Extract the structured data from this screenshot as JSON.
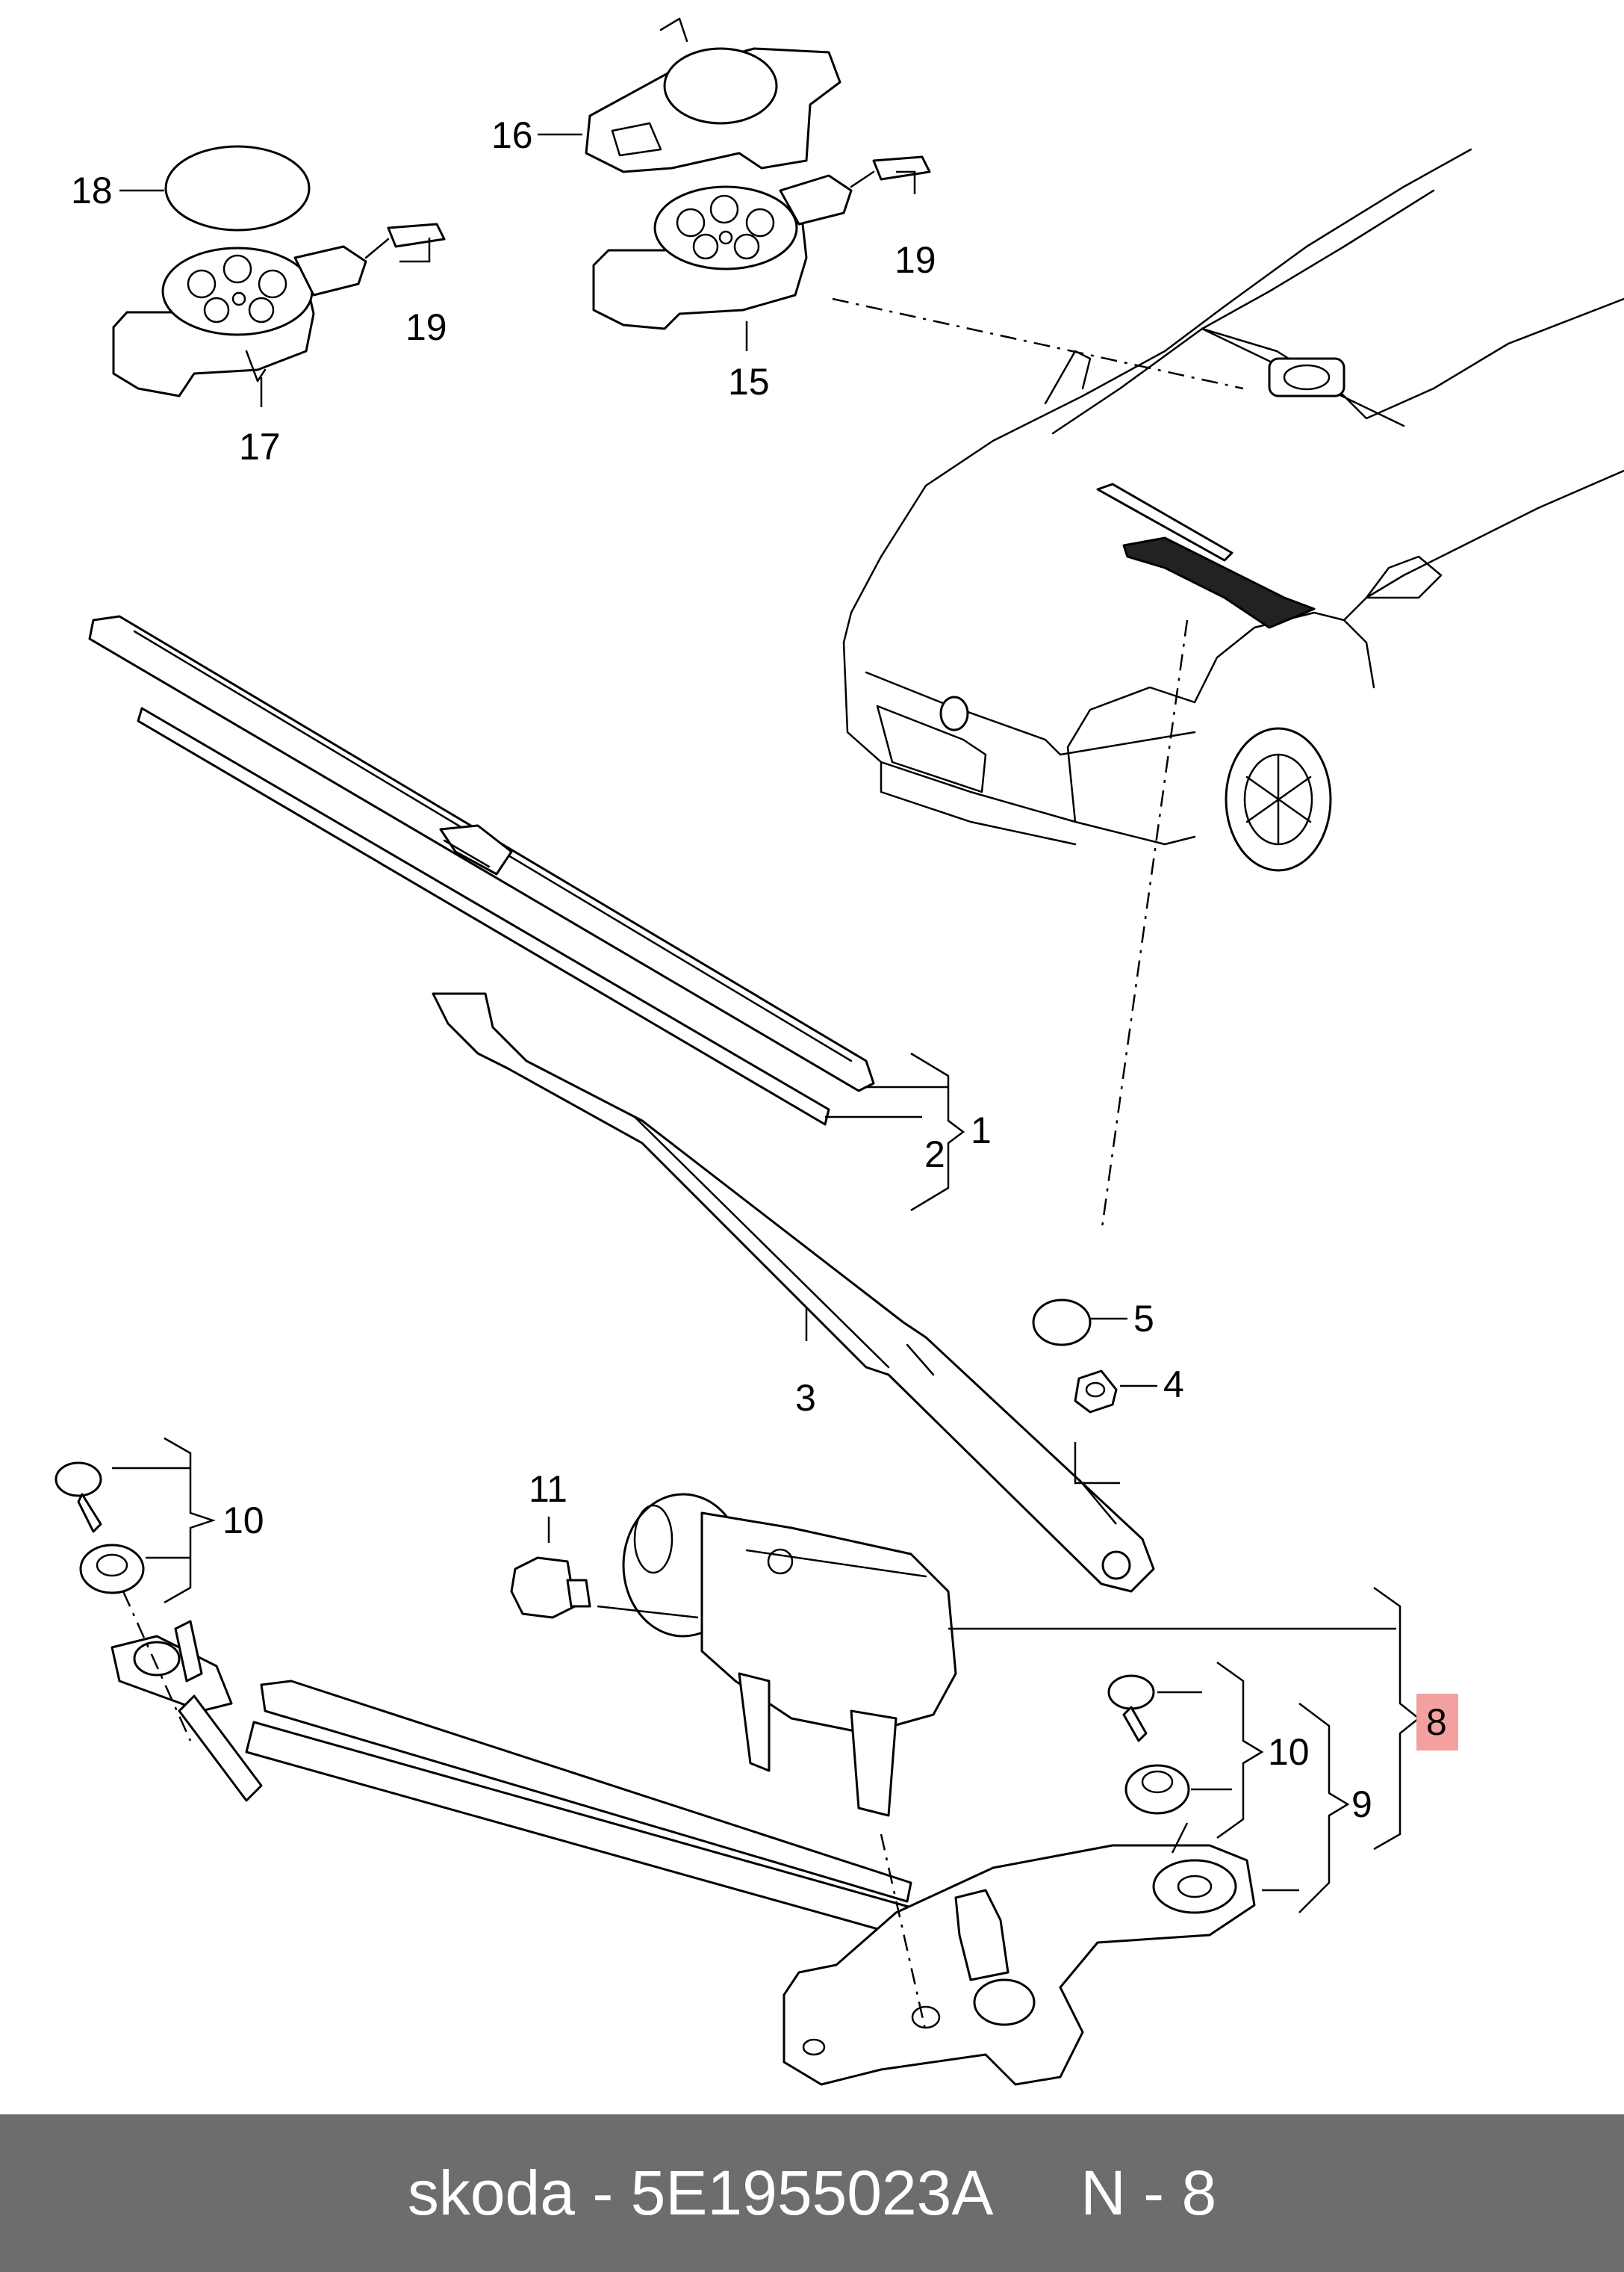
{
  "callouts": {
    "c1": "1",
    "c2": "2",
    "c3": "3",
    "c4": "4",
    "c5": "5",
    "c8": "8",
    "c9": "9",
    "c10a": "10",
    "c10b": "10",
    "c11": "11",
    "c15": "15",
    "c16": "16",
    "c17": "17",
    "c18": "18",
    "c19a": "19",
    "c19b": "19"
  },
  "highlight_color": "#f4a0a0",
  "footer": {
    "brand": "skoda",
    "sep1": " - ",
    "part_number": "5E1955023A",
    "gap": "     ",
    "page": "N - 8"
  }
}
